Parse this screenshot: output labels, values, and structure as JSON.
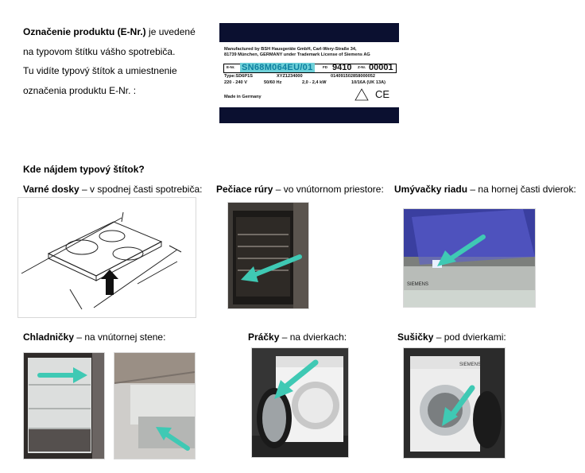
{
  "intro": {
    "term": "Označenie produktu (E-Nr.)",
    "line1_rest": " je uvedené",
    "line2": "na typovom štítku vášho spotrebiča.",
    "line3": "Tu vidíte typový štítok a umiestnenie",
    "line4": "označenia produktu E-Nr. :"
  },
  "plate": {
    "line1": "Manufactured by BSH Hausgeräte GmbH, Carl-Wery-Straße 34,",
    "line2": "81739 München, GERMANY under Trademark License of Siemens AG",
    "enr_label": "E-Nr.",
    "enr_value": "SN68M064EU/01",
    "fd_label": "FD",
    "fd_value": "9410",
    "z_label": "Z-Nr.",
    "z_value": "00001",
    "type": "Type:SD6P1S",
    "type_code": "XYZ1234000",
    "serial": "014091502858000052",
    "voltage": "220 - 240 V",
    "freq": "50/60 Hz",
    "power": "2,0 - 2,4 kW",
    "fuse": "10/16A (UK 13A)",
    "made_in": "Made in Germany",
    "ce": "CE"
  },
  "heading": "Kde nájdem typový štítok?",
  "captions": {
    "hob": {
      "name": "Varné dosky",
      "rest": " – v spodnej časti spotrebiča:"
    },
    "oven": {
      "name": "Pečiace rúry",
      "rest": " – vo vnútornom priestore:"
    },
    "dishwasher": {
      "name": "Umývačky riadu",
      "rest": " – na hornej časti dvierok:"
    },
    "fridge": {
      "name": "Chladničky",
      "rest": " – na vnútornej stene:"
    },
    "washer": {
      "name": "Práčky",
      "rest": " – na dvierkach:"
    },
    "dryer": {
      "name": "Sušičky",
      "rest": " – pod dvierkami:"
    }
  },
  "brand_marks": {
    "dishwasher": "SIEMENS",
    "dryer": "SIEMENS"
  },
  "colors": {
    "arrow": "#3fc9b4",
    "plate_dark": "#0b1030",
    "enr_highlight": "#6fd0d8"
  }
}
